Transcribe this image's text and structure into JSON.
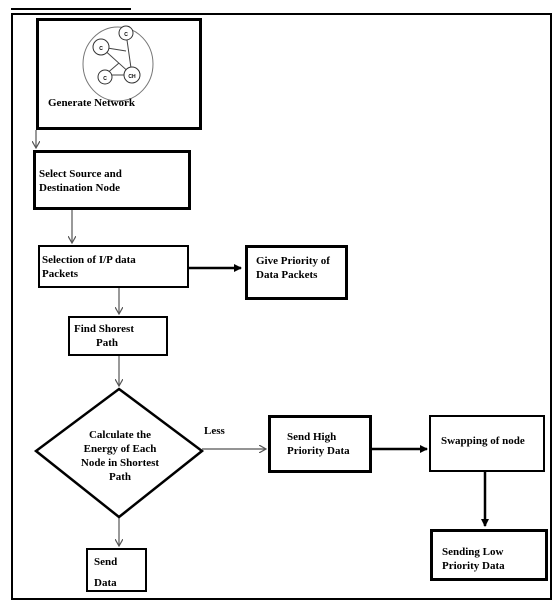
{
  "nodes": {
    "generate": "Generate  Network",
    "select_line1": "Select Source and",
    "select_line2": "Destination Node",
    "iop_line1": "Selection of I/P data",
    "iop_line2": "Packets",
    "priority_line1": "Give Priority of",
    "priority_line2": "Data Packets",
    "shortest_line1": "Find Shorest",
    "shortest_line2": "Path",
    "energy_line1": "Calculate the",
    "energy_line2": "Energy of Each",
    "energy_line3": "Node in Shortest",
    "energy_line4": "Path",
    "high_line1": "Send High",
    "high_line2": "Priority Data",
    "swap": "Swapping of node",
    "send_line1": "Send",
    "send_line2": "Data",
    "low_line1": "Sending Low",
    "low_line2": "Priority Data"
  },
  "edge_labels": {
    "less": "Less"
  },
  "network_icon": {
    "node_labels": [
      "C",
      "C",
      "C",
      "CH"
    ]
  }
}
